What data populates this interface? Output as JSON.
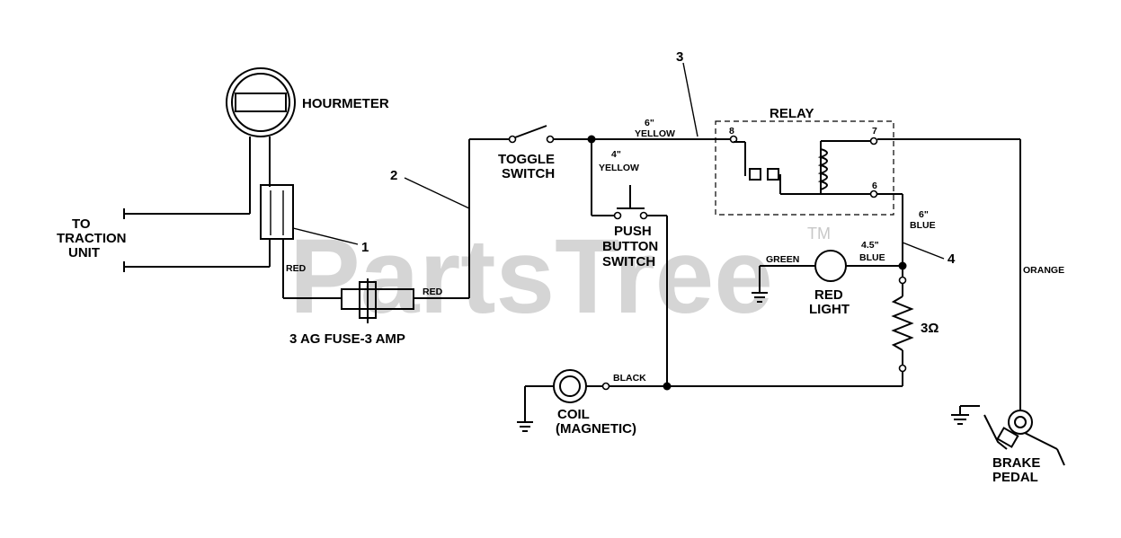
{
  "watermark": {
    "text": "PartsTree",
    "tm": "TM"
  },
  "components": {
    "hourmeter": "HOURMETER",
    "traction_line1": "TO",
    "traction_line2": "TRACTION",
    "traction_line3": "UNIT",
    "fuse": "3 AG  FUSE-3 AMP",
    "toggle_line1": "TOGGLE",
    "toggle_line2": "SWITCH",
    "push_line1": "PUSH",
    "push_line2": "BUTTON",
    "push_line3": "SWITCH",
    "relay": "RELAY",
    "red_light_line1": "RED",
    "red_light_line2": "LIGHT",
    "resistor": "3Ω",
    "coil_line1": "COIL",
    "coil_line2": "(MAGNETIC)",
    "brake_line1": "BRAKE",
    "brake_line2": "PEDAL"
  },
  "wires": {
    "red_left": "RED",
    "red_fuse": "RED",
    "yellow_6_len": "6\"",
    "yellow_6_color": "YELLOW",
    "yellow_4_len": "4\"",
    "yellow_4_color": "YELLOW",
    "blue_6_len": "6\"",
    "blue_6_color": "BLUE",
    "blue_45_len": "4.5\"",
    "blue_45_color": "BLUE",
    "green": "GREEN",
    "black": "BLACK",
    "orange": "ORANGE"
  },
  "terminals": {
    "relay_8": "8",
    "relay_7": "7",
    "relay_6": "6"
  },
  "callouts": {
    "c1": "1",
    "c2": "2",
    "c3": "3",
    "c4": "4"
  }
}
